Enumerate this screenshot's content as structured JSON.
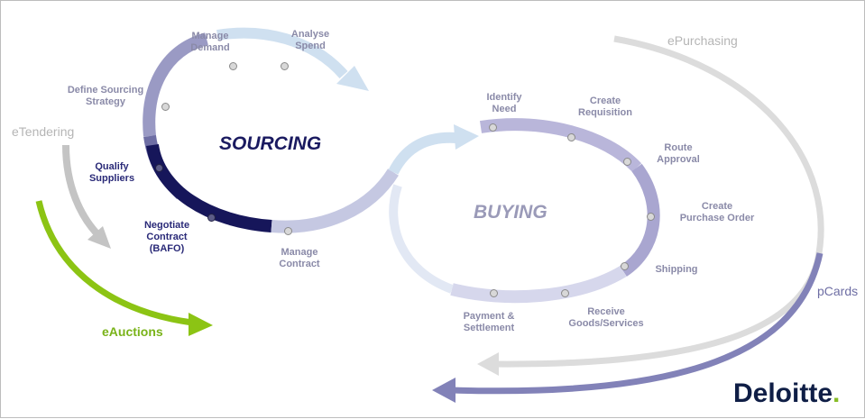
{
  "sourcing": {
    "title": "SOURCING",
    "steps": {
      "analyse_spend": "Analyse\nSpend",
      "manage_demand": "Manage\nDemand",
      "define_strategy": "Define Sourcing\nStrategy",
      "qualify_suppliers": "Qualify\nSuppliers",
      "negotiate_contract": "Negotiate\nContract\n(BAFO)",
      "manage_contract": "Manage\nContract"
    }
  },
  "buying": {
    "title": "BUYING",
    "steps": {
      "identify_need": "Identify\nNeed",
      "create_requisition": "Create\nRequisition",
      "route_approval": "Route\nApproval",
      "create_po": "Create\nPurchase Order",
      "shipping": "Shipping",
      "receive_goods": "Receive\nGoods/Services",
      "payment": "Payment &\nSettlement"
    }
  },
  "external": {
    "etendering": "eTendering",
    "eauctions": "eAuctions",
    "epurchasing": "ePurchasing",
    "pcards": "pCards"
  },
  "brand": {
    "logo_text": "Deloitte",
    "logo_dot": "."
  },
  "colors": {
    "sourcing_ring_light": "#c5c8e2",
    "sourcing_ring_mid": "#8f8fbb",
    "sourcing_ring_dark": "#16165a",
    "buying_ring": "#a9a6d0",
    "arrow_light": "#cfe0f0",
    "etendering_arrow": "#c4c4c4",
    "eauctions_arrow": "#8cc414",
    "eauctions_text": "#79b319",
    "purchasing_arrow": "#dcdcdc",
    "pcards_arrow": "#8282b8",
    "logo": "#0f1e46",
    "title_sourcing": "#1a1a60",
    "title_buying": "#9a9ab8"
  }
}
